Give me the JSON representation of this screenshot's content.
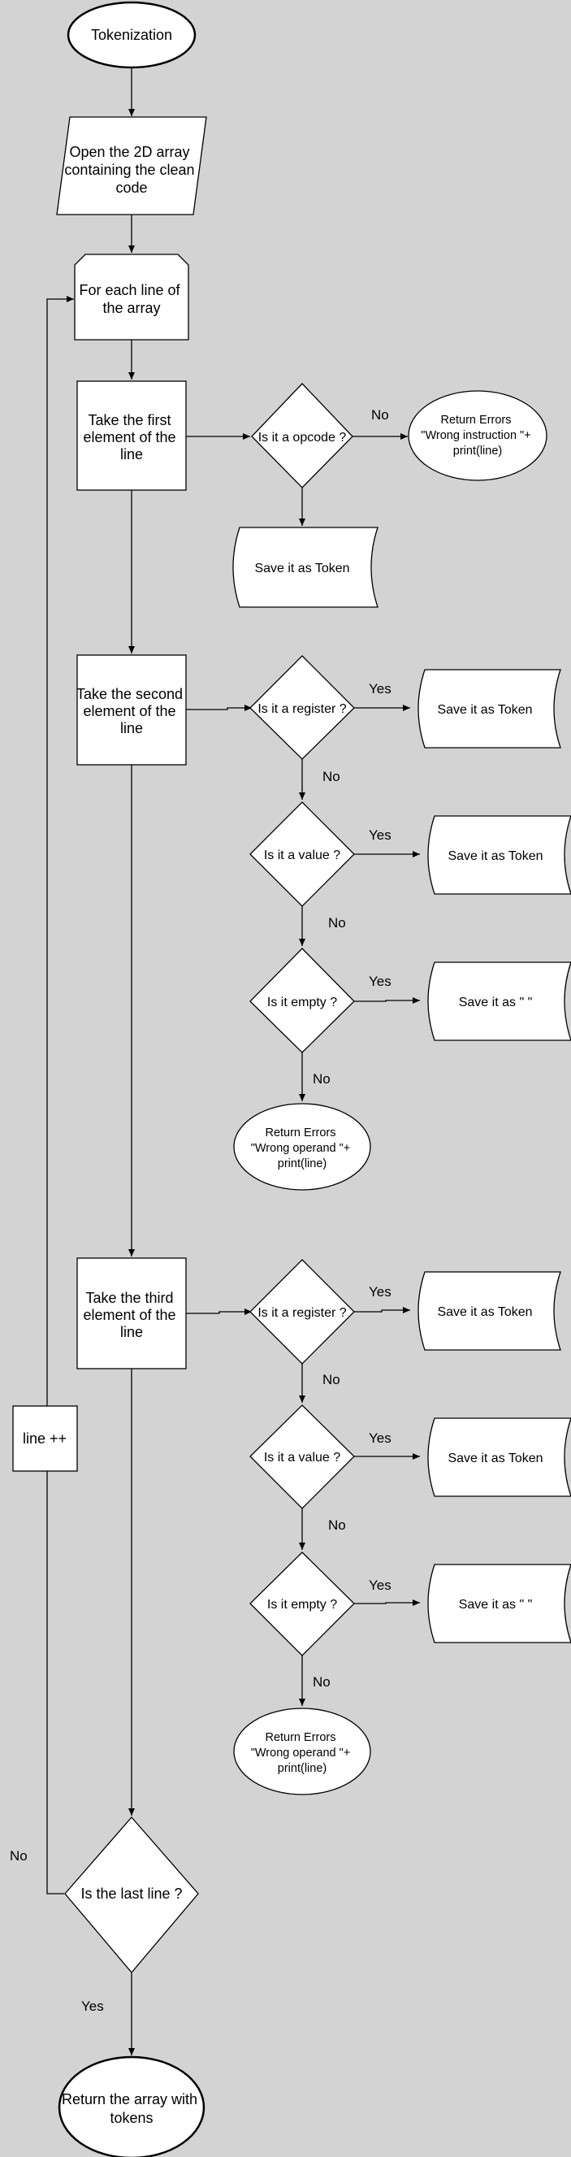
{
  "nodes": {
    "start": "Tokenization",
    "open_array": [
      "Open the 2D array",
      "containing the clean",
      "code"
    ],
    "for_each": [
      "For each line of",
      "the array"
    ],
    "first_element": [
      "Take the first",
      "element of the",
      "line"
    ],
    "is_opcode": "Is it a opcode ?",
    "err_instruction": [
      "Return Errors",
      "\"Wrong instruction \"+",
      "print(line)"
    ],
    "save_token_1": "Save it as Token",
    "second_element": [
      "Take the second",
      "element of the",
      "line"
    ],
    "is_register_2": "Is it a register ?",
    "save_token_2": "Save it as Token",
    "is_value_2": "Is it a value ?",
    "save_token_3": "Save it as Token",
    "is_empty_2": "Is it empty ?",
    "save_empty_2": "Save it as \" \"",
    "err_operand_2": [
      "Return Errors",
      "\"Wrong operand \"+",
      "print(line)"
    ],
    "third_element": [
      "Take the third",
      "element of the",
      "line"
    ],
    "is_register_3": "Is it a register ?",
    "save_token_4": "Save it as Token",
    "is_value_3": "Is it a value ?",
    "save_token_5": "Save it as Token",
    "is_empty_3": "Is it empty ?",
    "save_empty_3": "Save it as \" \"",
    "err_operand_3": [
      "Return Errors",
      "\"Wrong operand \"+",
      "print(line)"
    ],
    "line_inc": "line ++",
    "is_last": "Is the last line ?",
    "end": [
      "Return the array with",
      "tokens"
    ]
  },
  "edge_labels": {
    "opcode_no": "No",
    "reg2_yes": "Yes",
    "reg2_no": "No",
    "val2_yes": "Yes",
    "val2_no": "No",
    "empty2_yes": "Yes",
    "empty2_no": "No",
    "reg3_yes": "Yes",
    "reg3_no": "No",
    "val3_yes": "Yes",
    "val3_no": "No",
    "empty3_yes": "Yes",
    "empty3_no": "No",
    "last_no": "No",
    "last_yes": "Yes"
  }
}
